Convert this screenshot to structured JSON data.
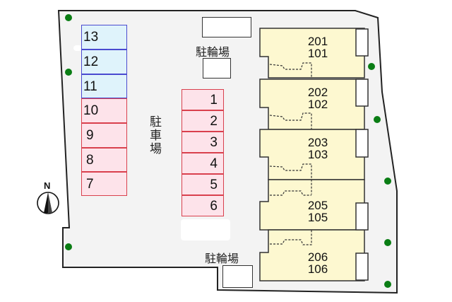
{
  "diagram": {
    "type": "site-plan",
    "colors": {
      "lot_fill": "#f3f3f3",
      "lot_outline": "#222222",
      "unit_fill": "#fdf8d0",
      "stall_blue_fill": "#dff3fb",
      "stall_blue_border": "#4a4ad0",
      "stall_pink_fill": "#fde3ea",
      "stall_pink_border": "#d9404d",
      "tree": "#0a7d14"
    },
    "parking_label": "駐車場",
    "bike_parking_top_label": "駐輪場",
    "bike_parking_bottom_label": "駐輪場",
    "compass_label": "N",
    "left_stalls": [
      {
        "num": "13",
        "color": "blue"
      },
      {
        "num": "12",
        "color": "blue"
      },
      {
        "num": "11",
        "color": "blue"
      },
      {
        "num": "10",
        "color": "pink"
      },
      {
        "num": "9",
        "color": "pink"
      },
      {
        "num": "8",
        "color": "pink"
      },
      {
        "num": "7",
        "color": "pink"
      }
    ],
    "center_stalls": [
      {
        "num": "1",
        "color": "pink"
      },
      {
        "num": "2",
        "color": "pink"
      },
      {
        "num": "3",
        "color": "pink"
      },
      {
        "num": "4",
        "color": "pink"
      },
      {
        "num": "5",
        "color": "pink"
      },
      {
        "num": "6",
        "color": "pink"
      }
    ],
    "units": [
      {
        "upper": "201",
        "lower": "101"
      },
      {
        "upper": "202",
        "lower": "102"
      },
      {
        "upper": "203",
        "lower": "103"
      },
      {
        "upper": "205",
        "lower": "105"
      },
      {
        "upper": "206",
        "lower": "106"
      }
    ]
  }
}
